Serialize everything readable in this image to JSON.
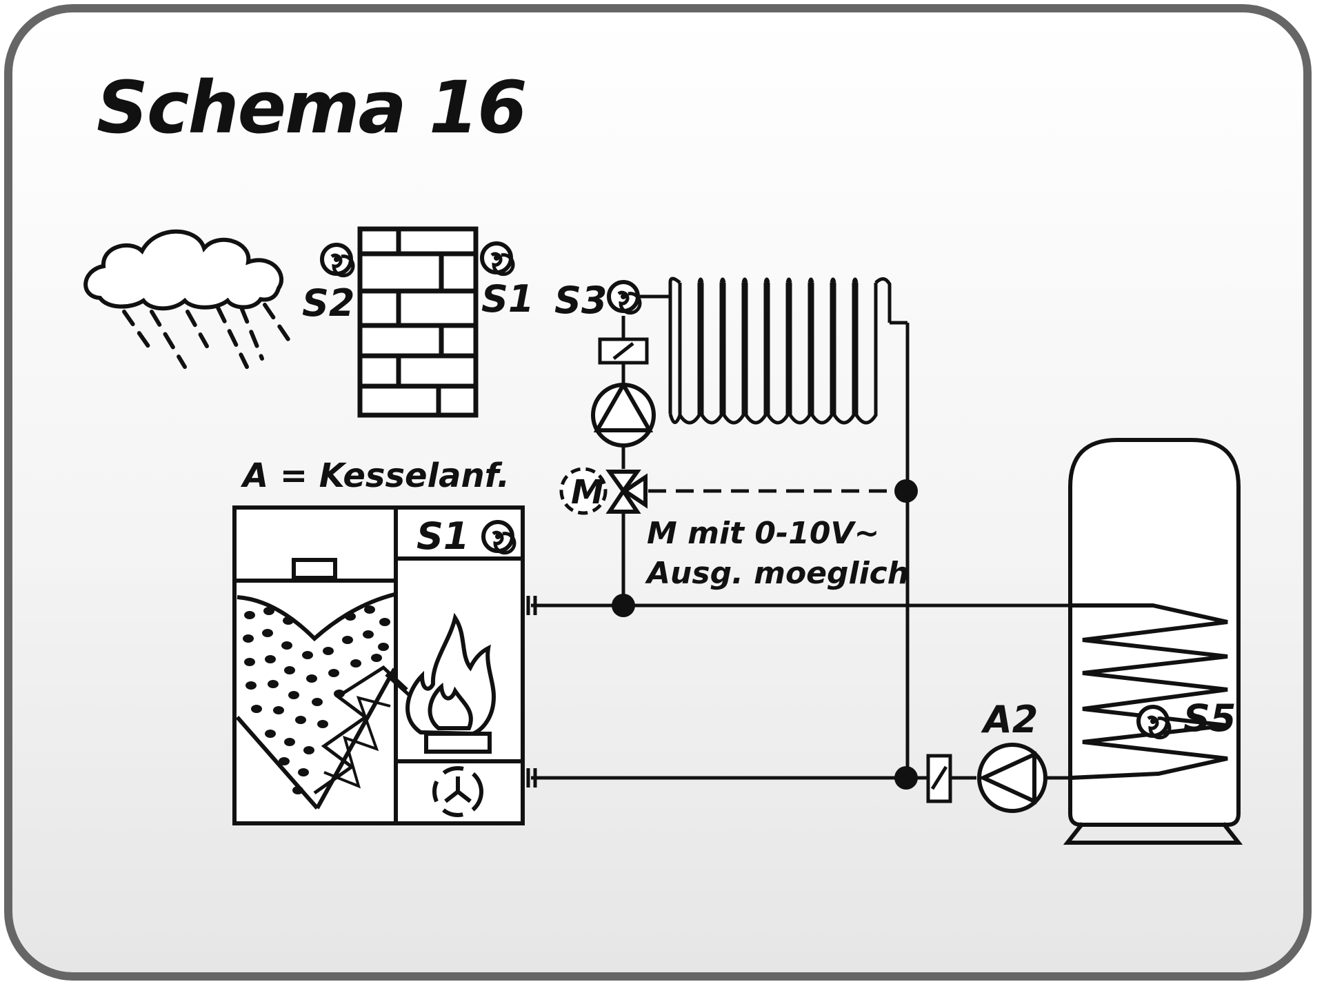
{
  "title": "Schema 16",
  "labels": {
    "s1_wall": "S1",
    "s2": "S2",
    "s3": "S3",
    "s1_boiler": "S1",
    "s5": "S5",
    "a2": "A2",
    "boiler_note": "A = Kesselanf.",
    "mixer_note_1": "M mit 0-10V~",
    "mixer_note_2": "Ausg. moeglich",
    "motor": "M"
  },
  "colors": {
    "line": "#111111",
    "frame": "#666666"
  },
  "icons": [
    "rain-cloud-icon",
    "brick-wall-icon",
    "sensor-icon",
    "pump-icon",
    "check-valve-icon",
    "mixing-valve-icon",
    "motor-icon",
    "radiator-icon",
    "pellet-boiler-icon",
    "flame-icon",
    "fan-icon",
    "storage-tank-icon"
  ]
}
